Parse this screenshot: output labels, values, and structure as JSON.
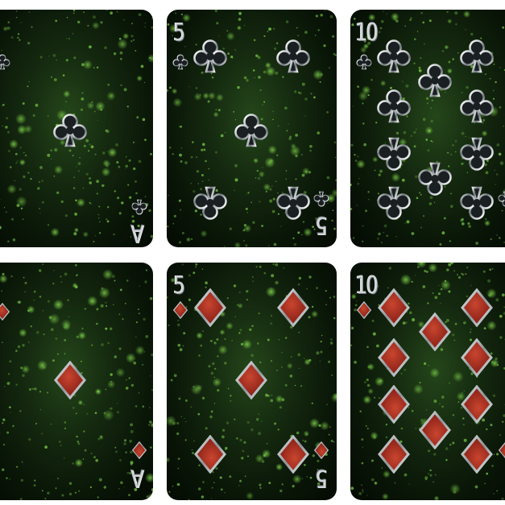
{
  "colors": {
    "page_background": "#ffffff",
    "felt_dark": "#040a03",
    "felt_mid": "#14280f",
    "felt_glow": "#7fd14a",
    "silver": "#cfd3d6",
    "diamond_red": "#a8261a"
  },
  "cards": [
    {
      "rank": "A",
      "suit": "clubs",
      "suit_icon": "club-icon",
      "pips": 1
    },
    {
      "rank": "5",
      "suit": "clubs",
      "suit_icon": "club-icon",
      "pips": 5
    },
    {
      "rank": "10",
      "suit": "clubs",
      "suit_icon": "club-icon",
      "pips": 10
    },
    {
      "rank": "A",
      "suit": "diamonds",
      "suit_icon": "diamond-icon",
      "pips": 1
    },
    {
      "rank": "5",
      "suit": "diamonds",
      "suit_icon": "diamond-icon",
      "pips": 5
    },
    {
      "rank": "10",
      "suit": "diamonds",
      "suit_icon": "diamond-icon",
      "pips": 10
    }
  ]
}
